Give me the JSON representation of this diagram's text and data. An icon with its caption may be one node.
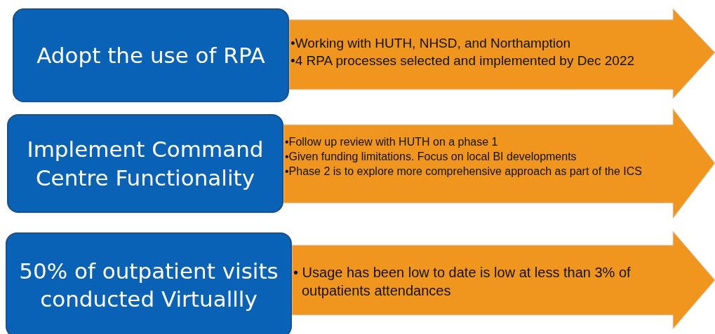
{
  "diagram": {
    "nodes": [
      {
        "text": [
          "Adopt the use of RPA"
        ]
      },
      {
        "text": [
          "•Working with HUTH, NHSD, and Northamption",
          "•4 RPA processes selected and implemented by Dec 2022"
        ]
      },
      {
        "text": [
          "Implement Command Centre Functionality"
        ]
      },
      {
        "text": [
          "•Follow up review with HUTH on a phase 1",
          "•Given funding limitations. Focus on local BI developments",
          "•Phase 2 is to explore more comprehensive approach as part of the ICS"
        ]
      },
      {
        "text": [
          "50% of outpatient visits conducted Virtuallly"
        ]
      },
      {
        "text": [
          "• Usage has been low to date is low at less than 3% of outpatients attendances"
        ]
      }
    ]
  }
}
